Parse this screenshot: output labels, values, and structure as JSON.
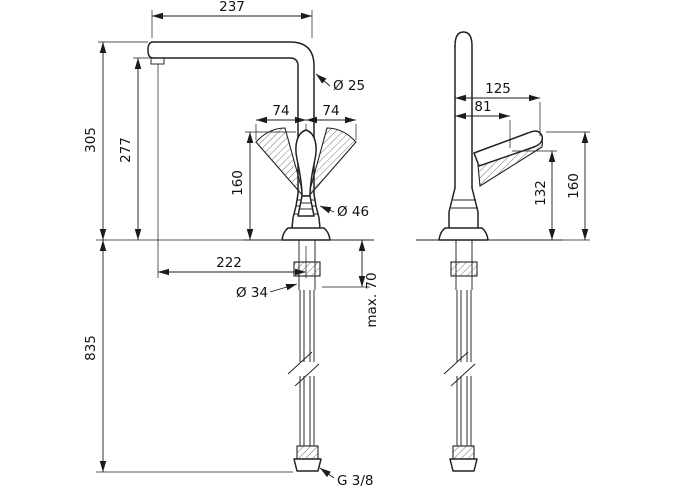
{
  "drawing": {
    "front_view": {
      "spout_reach": "237",
      "spout_diameter": "Ø 25",
      "height_total": "305",
      "height_spout_underside": "277",
      "swing_left": "74",
      "swing_right": "74",
      "handle_height": "160",
      "body_diameter": "Ø 46",
      "outlet_offset": "222",
      "shank_diameter": "Ø 34",
      "max_deck_thickness": "max. 70",
      "hose_length": "835",
      "connection_thread": "G 3/8"
    },
    "side_view": {
      "depth_overall": "125",
      "depth_front": "81",
      "handle_height_rear": "132",
      "handle_height": "160"
    }
  }
}
